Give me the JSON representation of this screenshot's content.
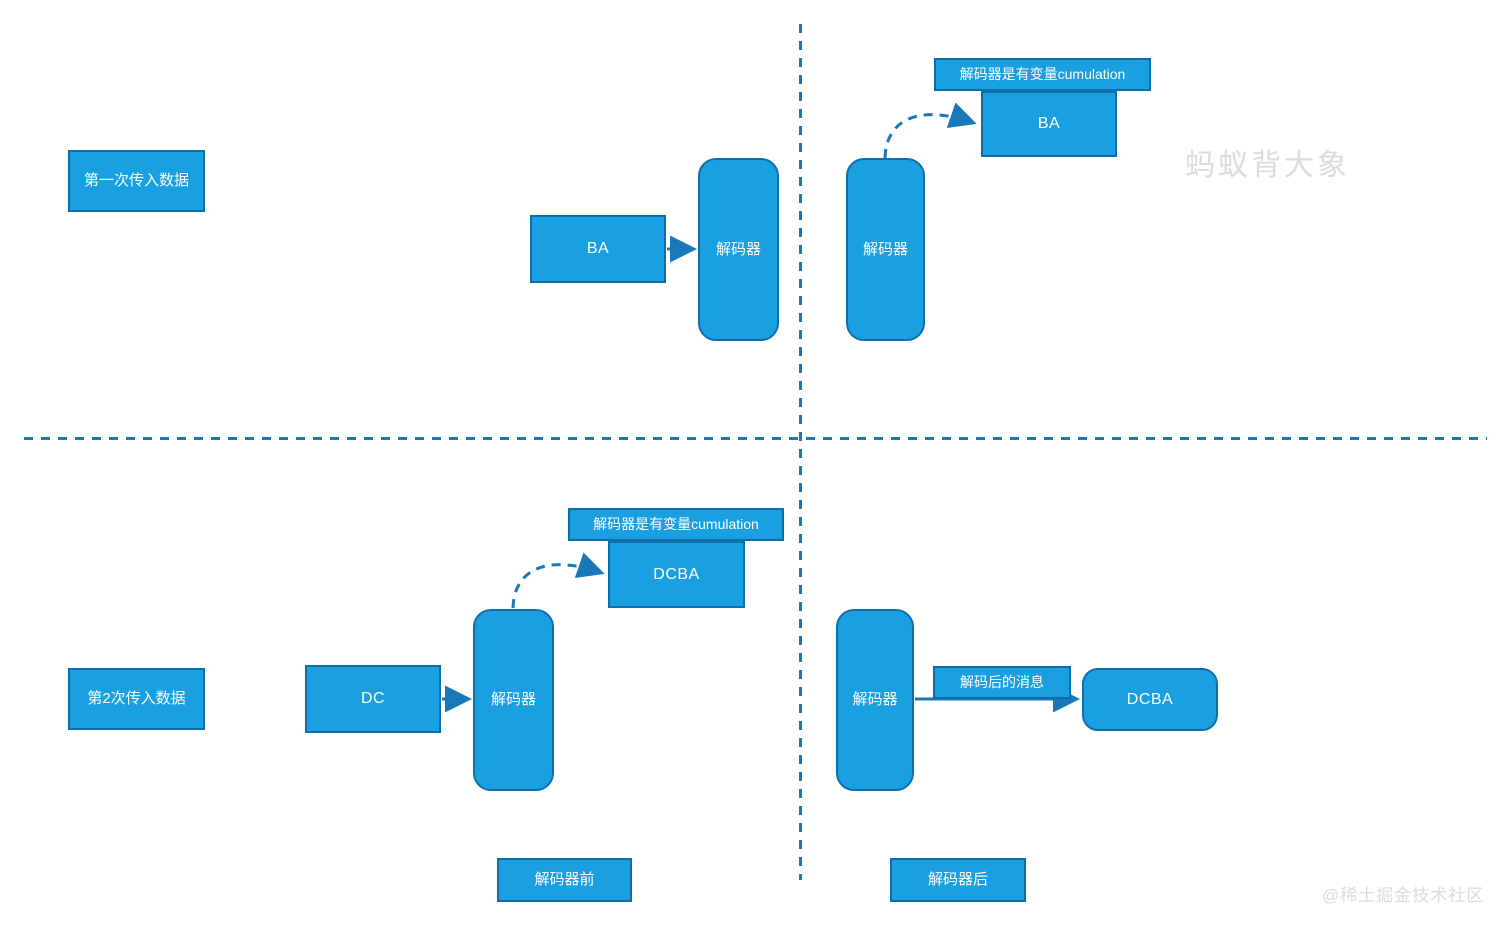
{
  "colors": {
    "node_fill": "#1A9FE0",
    "node_border": "#0C6FAC",
    "arrow": "#1B78B8",
    "watermark": "#DCDCDC"
  },
  "top_left": {
    "input_label": "第一次传入数据",
    "data_box": "BA",
    "decoder": "解码器"
  },
  "top_right": {
    "annotation": "解码器是有变量cumulation",
    "data_box": "BA",
    "decoder": "解码器"
  },
  "bottom_left": {
    "input_label": "第2次传入数据",
    "data_box": "DC",
    "decoder": "解码器",
    "annotation": "解码器是有变量cumulation",
    "result_box": "DCBA",
    "stage_label": "解码器前"
  },
  "bottom_right": {
    "decoder": "解码器",
    "arrow_label": "解码后的消息",
    "result_box": "DCBA",
    "stage_label": "解码器后"
  },
  "watermarks": {
    "brand": "蚂蚁背大象",
    "community": "@稀土掘金技术社区"
  }
}
